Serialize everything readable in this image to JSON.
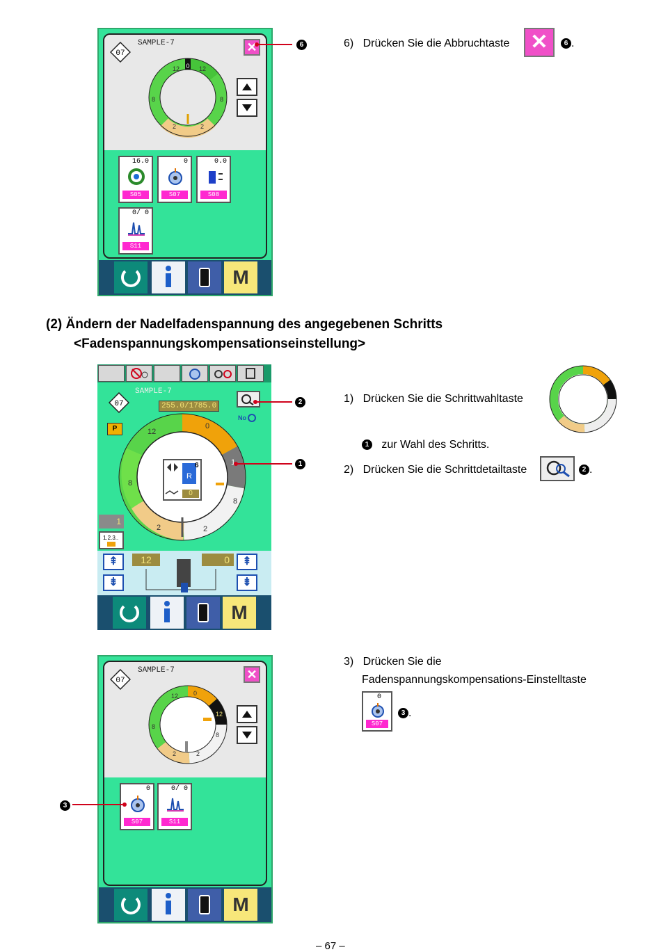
{
  "heading": {
    "line1": "(2) Ändern der Nadelfadenspannung des angegebenen Schritts",
    "line2": "<Fadenspannungskompensationseinstellung>"
  },
  "screen1": {
    "pattern_no": "07",
    "pattern_name": "SAMPLE-7",
    "ring_labels": [
      "12",
      "0",
      "12",
      "8",
      "8",
      "2",
      "2"
    ],
    "keys": [
      {
        "value": "16.0",
        "code": "S05",
        "icon": "thread-tension-ring-icon"
      },
      {
        "value": "0",
        "code": "S07",
        "icon": "tension-compensation-icon"
      },
      {
        "value": "0.0",
        "code": "S08",
        "icon": "presser-height-icon"
      },
      {
        "value": "0/   0",
        "code": "S11",
        "icon": "stitch-step-icon"
      }
    ],
    "callout": "6"
  },
  "screen2": {
    "pattern_no": "07",
    "pattern_name": "SAMPLE-7",
    "counter": "255.0/1785.0",
    "p_label": "P",
    "ring_labels": [
      "0",
      "12",
      "8",
      "2",
      "2",
      "8",
      "1"
    ],
    "center_num": "6",
    "center_letter": "R",
    "center_value": "0",
    "side_value": "1",
    "left_value": "12",
    "right_value": "0",
    "callouts": [
      "2",
      "1"
    ]
  },
  "screen3": {
    "pattern_no": "07",
    "pattern_name": "SAMPLE-7",
    "ring_labels": [
      "12",
      "0",
      "12",
      "8",
      "8",
      "2",
      "2"
    ],
    "keys": [
      {
        "value": "0",
        "code": "S07",
        "icon": "tension-compensation-icon"
      },
      {
        "value": "0/   0",
        "code": "S11",
        "icon": "stitch-step-icon"
      }
    ],
    "callout": "3"
  },
  "steps": {
    "s6": {
      "num": "6)",
      "text": "Drücken Sie die Abbruchtaste",
      "ref": "6",
      "end": "."
    },
    "s1": {
      "num": "1)",
      "text": "Drücken Sie die Schrittwahltaste",
      "ref": "1",
      "after": "zur Wahl des Schritts."
    },
    "s2": {
      "num": "2)",
      "text": "Drücken Sie die Schrittdetailtaste",
      "ref": "2",
      "end": "."
    },
    "s3": {
      "num": "3)",
      "text1": "Drücken Sie die",
      "text2": "Fadenspannungskompensations-Einstelltaste",
      "key_value": "0",
      "key_code": "S07",
      "ref": "3",
      "end": "."
    }
  },
  "footer": {
    "page": "– 67 –"
  },
  "colors": {
    "panel": "#35e39a",
    "ring_green": "#58d44a",
    "ring_orange": "#f0a20a",
    "ring_tan": "#f1cb88",
    "ring_white": "#f2f2f2",
    "callout": "#d0021b",
    "magenta": "#ff28d0"
  }
}
